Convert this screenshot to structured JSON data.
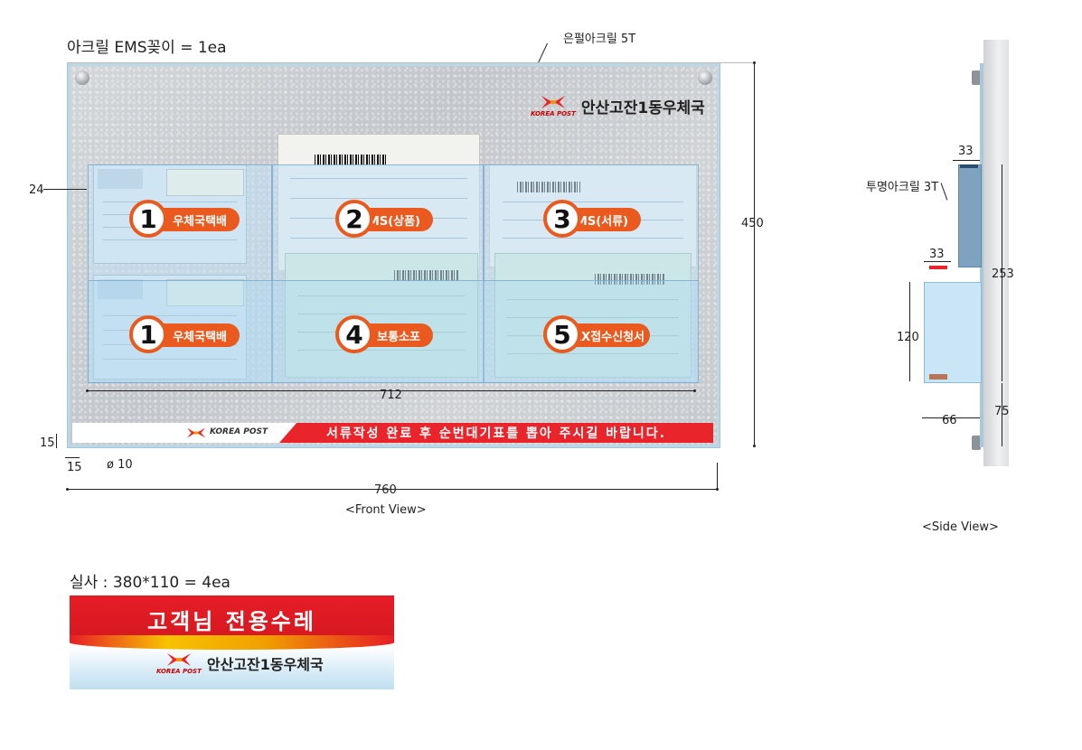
{
  "titles": {
    "front_title": "아크릴 EMS꽂이 = 1ea",
    "material_label": "은펄아크릴 5T",
    "front_view": "<Front View>",
    "side_view": "<Side View>",
    "banner_title": "실사 : 380*110 = 4ea"
  },
  "board": {
    "brand": "안산고잔1동우체국",
    "korea_post": "KOREA POST",
    "notice": "서류작성 완료 후 순번대기표를 뽑아 주시길 바랍니다."
  },
  "pockets": [
    {
      "num": "1",
      "label": "우체국택배"
    },
    {
      "num": "2",
      "label": "EMS(상품)"
    },
    {
      "num": "3",
      "label": "EMS(서류)"
    },
    {
      "num": "1",
      "label": "우체국택배"
    },
    {
      "num": "4",
      "label": "보통소포"
    },
    {
      "num": "5",
      "label": "FAX접수신청서"
    }
  ],
  "dimensions": {
    "top_offset": "24",
    "height": "450",
    "inner_width": "712",
    "bottom_margin": "15",
    "side_margin": "15",
    "hole": "ø 10",
    "total_width": "760"
  },
  "side": {
    "clear_acrylic": "투명아크릴 3T",
    "d33a": "33",
    "d33b": "33",
    "d253": "253",
    "d120": "120",
    "d75": "75",
    "d66": "66"
  },
  "banner": {
    "headline": "고객님 전용수레",
    "brand": "안산고잔1동우체국",
    "korea_post": "KOREA POST"
  },
  "colors": {
    "accent_orange": "#ea5a1e",
    "brand_red": "#e9242a",
    "acrylic_blue": "#c3e1f5"
  }
}
